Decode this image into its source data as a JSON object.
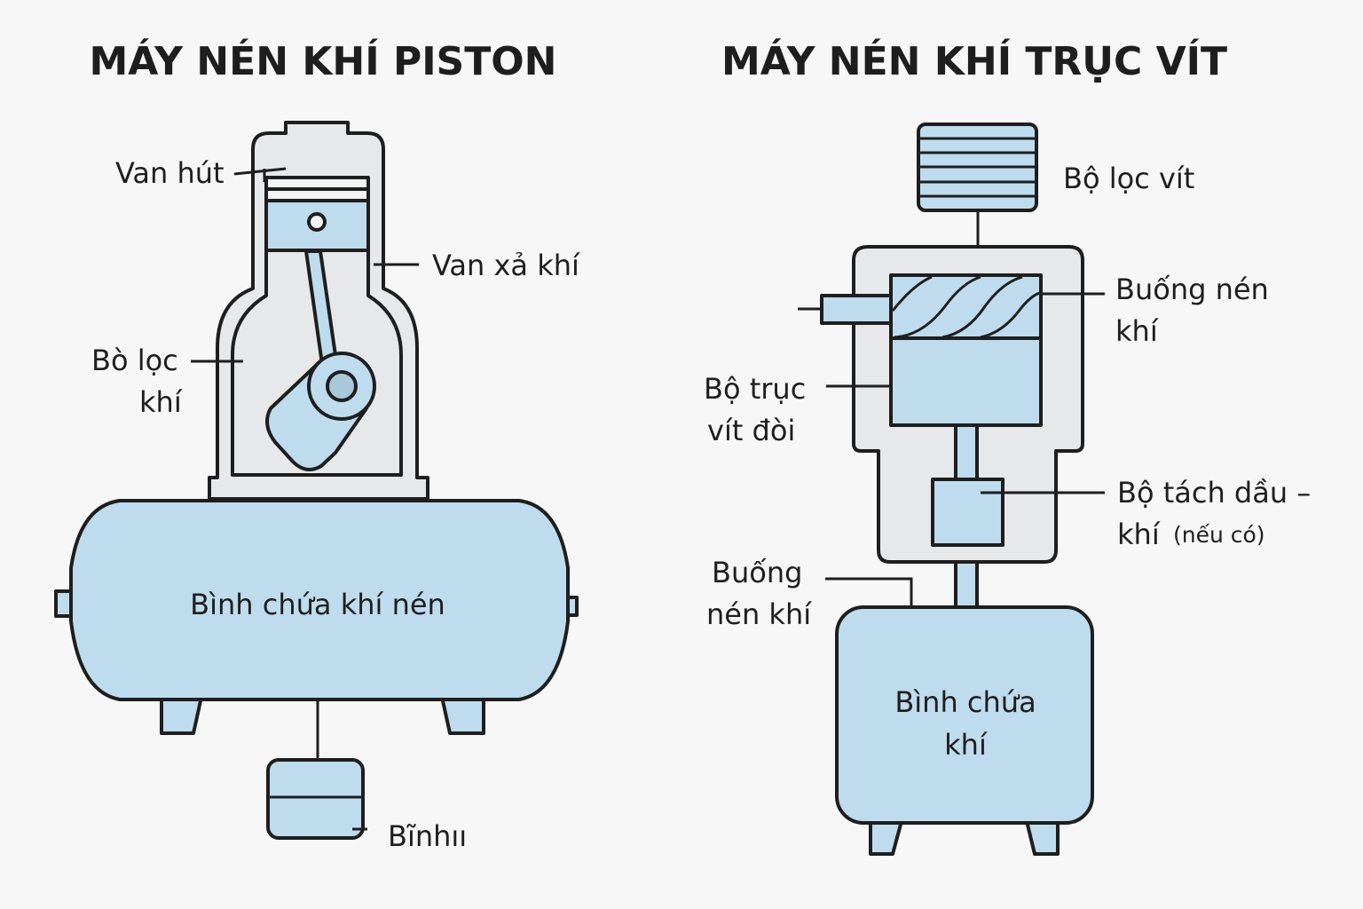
{
  "colors": {
    "background": "#f7f7f7",
    "outline": "#1e1e1e",
    "housing_grey": "#e6e8ea",
    "part_blue": "#bedcee"
  },
  "piston": {
    "title": "MÁY NÉN KHÍ PISTON",
    "labels": {
      "intake_valve": "Van hút",
      "exhaust_valve": "Van xả khí",
      "air_filter_line1": "Bò lọc",
      "air_filter_line2": "khí",
      "tank": "Bình chứa khí nén",
      "small_tank": "Bĩnhıı"
    }
  },
  "screw": {
    "title": "MÁY NÉN KHÍ TRỤC VÍT",
    "labels": {
      "filter": "Bộ lọc vít",
      "chamber_line1": "Buống nén",
      "chamber_line2": "khí",
      "twin_screw_line1": "Bộ trục",
      "twin_screw_line2": "vít đòi",
      "separator_line1": "Bộ tách dầu –",
      "separator_line2a": "khí",
      "separator_line2b": "(nếu có)",
      "outlet_line1": "Buống",
      "outlet_line2": "nén khí",
      "tank_line1": "Bình chứa",
      "tank_line2": "khí"
    }
  }
}
